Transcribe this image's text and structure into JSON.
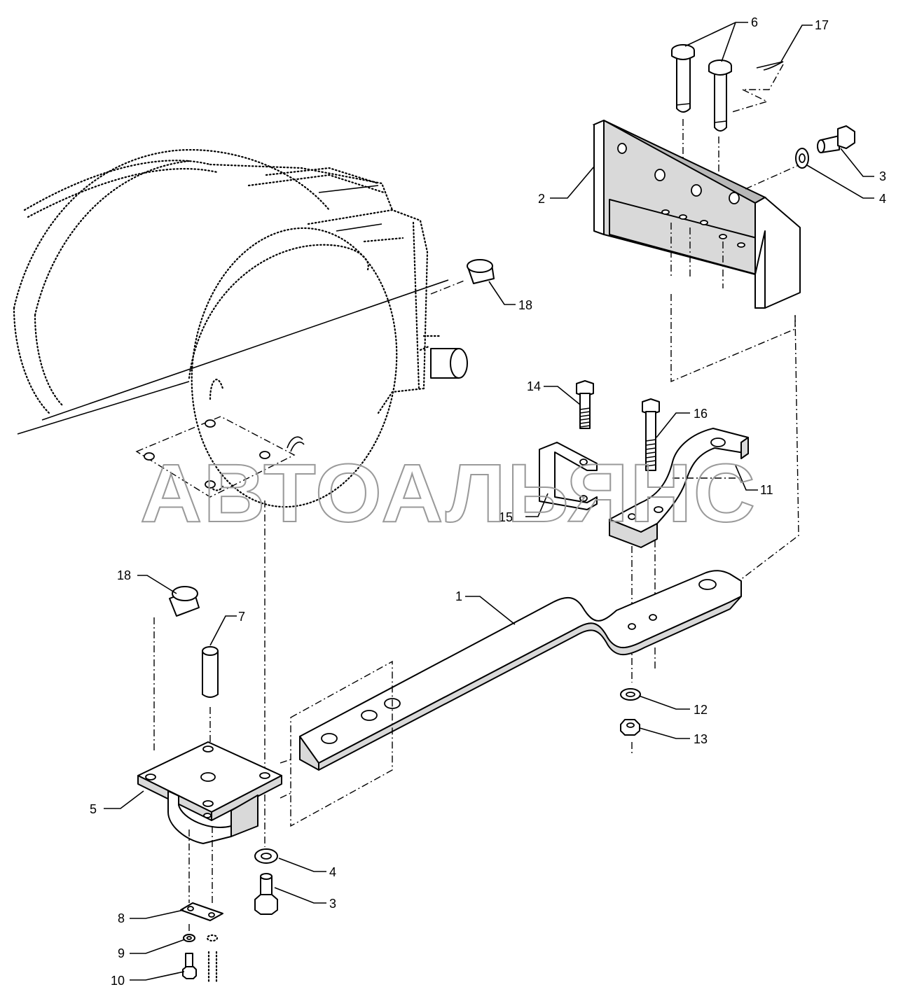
{
  "watermark": "АВТОАЛЬЯНС",
  "callouts": [
    {
      "id": "c1",
      "label": "1"
    },
    {
      "id": "c2",
      "label": "2"
    },
    {
      "id": "c3a",
      "label": "3"
    },
    {
      "id": "c3b",
      "label": "3"
    },
    {
      "id": "c4a",
      "label": "4"
    },
    {
      "id": "c4b",
      "label": "4"
    },
    {
      "id": "c5",
      "label": "5"
    },
    {
      "id": "c6",
      "label": "6"
    },
    {
      "id": "c7",
      "label": "7"
    },
    {
      "id": "c8",
      "label": "8"
    },
    {
      "id": "c9",
      "label": "9"
    },
    {
      "id": "c10",
      "label": "10"
    },
    {
      "id": "c11",
      "label": "11"
    },
    {
      "id": "c12",
      "label": "12"
    },
    {
      "id": "c13",
      "label": "13"
    },
    {
      "id": "c14",
      "label": "14"
    },
    {
      "id": "c15",
      "label": "15"
    },
    {
      "id": "c16",
      "label": "16"
    },
    {
      "id": "c17",
      "label": "17"
    },
    {
      "id": "c18a",
      "label": "18"
    },
    {
      "id": "c18b",
      "label": "18"
    }
  ]
}
